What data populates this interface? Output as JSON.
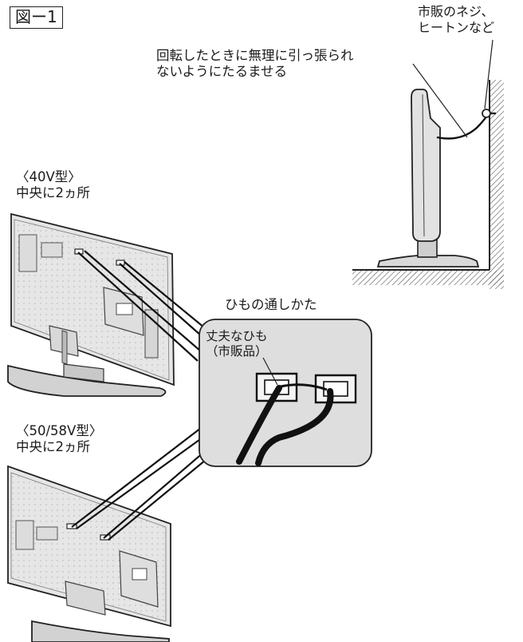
{
  "figure": {
    "label": "図ー1"
  },
  "wall_detail": {
    "screw_label_lines": [
      "市販のネジ、",
      "ヒートンなど"
    ],
    "slack_note_lines": [
      "回転したときに無理に引っ張られ",
      "ないようにたるませる"
    ]
  },
  "tv_40v": {
    "lines": [
      "〈40V型〉",
      "中央に2ヵ所"
    ]
  },
  "tv_50_58v": {
    "lines": [
      "〈50/58V型〉",
      "中央に2ヵ所"
    ]
  },
  "threading_detail": {
    "title": "ひもの通しかた",
    "string_label_lines": [
      "丈夫なひも",
      "（市販品）"
    ]
  }
}
